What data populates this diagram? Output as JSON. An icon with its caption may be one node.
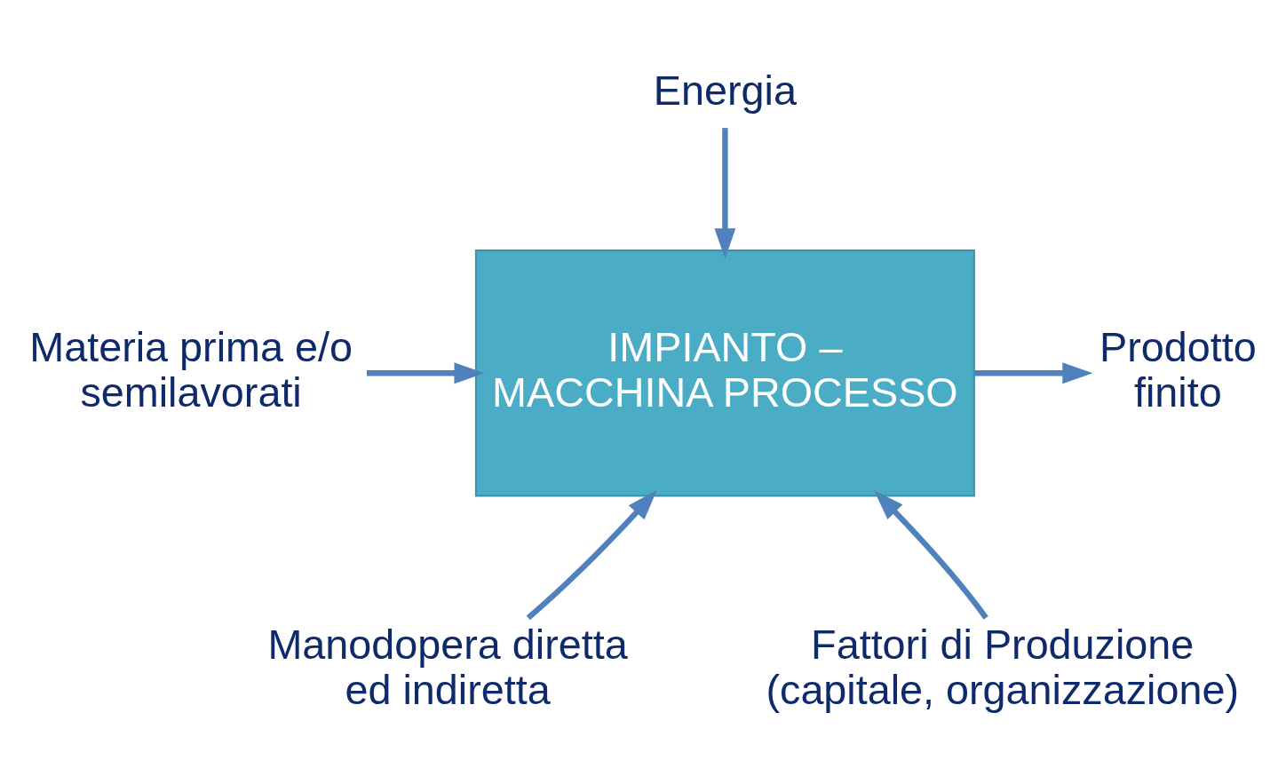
{
  "diagram": {
    "nodes": [
      {
        "text": [
          "IMPIANTO – MACCHINA PROCESSO"
        ]
      },
      {
        "text": [
          "Energia"
        ]
      },
      {
        "text": [
          "Materia prima e/o semilavorati"
        ]
      },
      {
        "text": [
          "Prodotto finito"
        ]
      },
      {
        "text": [
          "Manodopera diretta ed indiretta"
        ]
      },
      {
        "text": [
          "Fattori di Produzione (capitale, organizzazione)"
        ]
      }
    ],
    "edges": [
      {
        "from": 1,
        "to": 0,
        "arrow": "to"
      },
      {
        "from": 2,
        "to": 0,
        "arrow": "to"
      },
      {
        "from": 0,
        "to": 3,
        "arrow": "to"
      },
      {
        "from": 4,
        "to": 0,
        "arrow": "to"
      },
      {
        "from": 5,
        "to": 0,
        "arrow": "to"
      }
    ]
  }
}
